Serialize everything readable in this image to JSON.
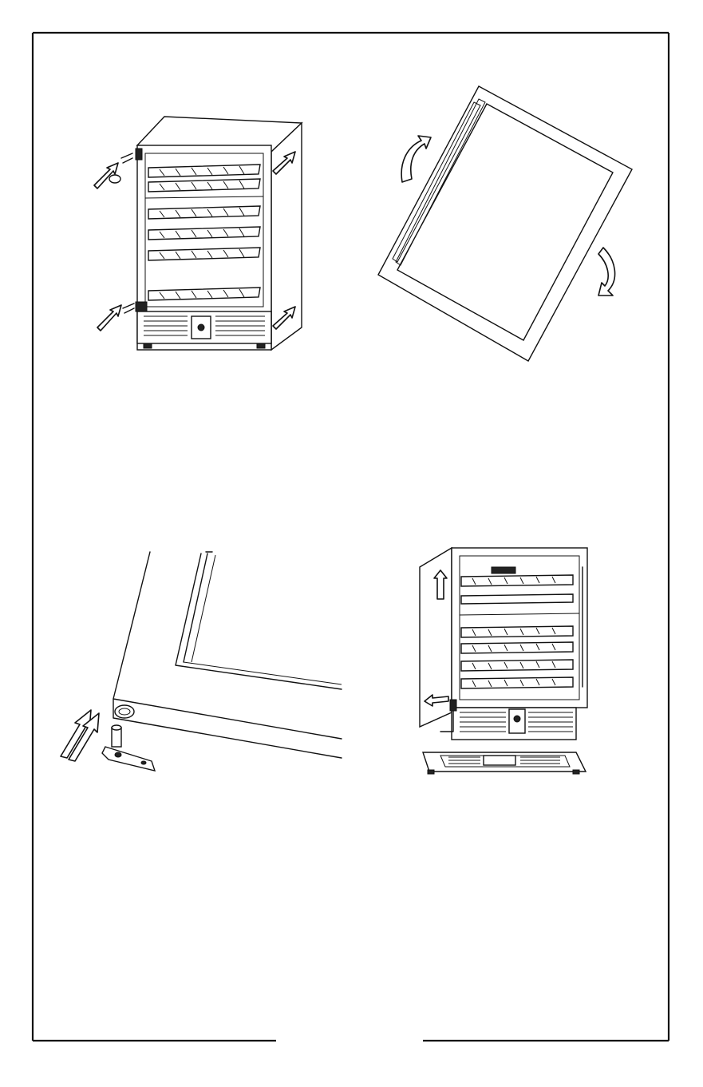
{
  "page": {
    "footer_page_number": ""
  },
  "figures": [
    {
      "id": "fig-remove-door",
      "icon": "wine-cooler-door-removal-illustration"
    },
    {
      "id": "fig-rotate-door",
      "icon": "door-rotate-illustration"
    },
    {
      "id": "fig-hinge-pin",
      "icon": "hinge-pin-insertion-illustration"
    },
    {
      "id": "fig-reinstall-door",
      "icon": "wine-cooler-hinge-reinstall-illustration"
    }
  ],
  "colors": {
    "line": "#111111",
    "background": "#ffffff"
  }
}
